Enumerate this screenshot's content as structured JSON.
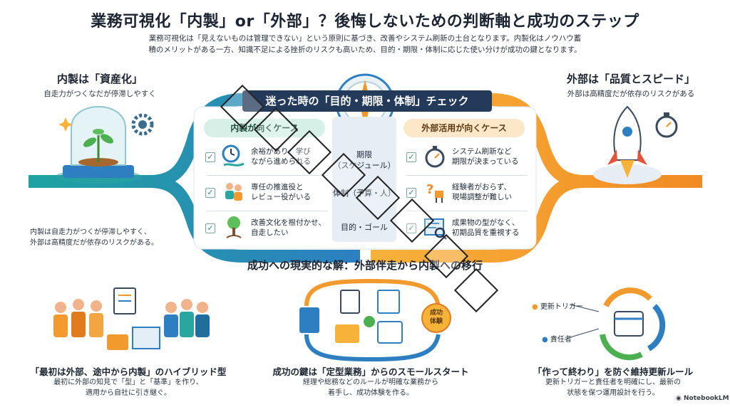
{
  "header": {
    "title": "業務可視化「内製」or「外部」？後悔しないための判断軸と成功のステップ",
    "subtitle_line1": "業務可視化は「見えないものは管理できない」という原則に基づき、改善やシステム刷新の土台となります。内製化はノウハウ蓄",
    "subtitle_line2": "積のメリットがある一方、知識不足による挫折のリスクも高いため、目的・期限・体制に応じた使い分けが成功の鍵となります。"
  },
  "left": {
    "heading": "内製は「資産化」",
    "sub": "自走力がつくなだが停滞しやすく",
    "note_line1": "内製は自走力がつくが停滞しやすく、",
    "note_line2": "外部は高精度だが依存のリスクがある。"
  },
  "right": {
    "heading": "外部は「品質とスピード」",
    "sub": "外部は高精度だが依存のリスクがある"
  },
  "panel": {
    "title": "迷った時の「目的・期限・体制」チェック",
    "left_head": "内製が向くケース",
    "right_head": "外部活用が向くケース",
    "criteria": [
      {
        "line1": "期限",
        "line2": "（スケジュール）"
      },
      {
        "line1": "体制（予算・人）",
        "line2": ""
      },
      {
        "line1": "目的・ゴール",
        "line2": ""
      }
    ],
    "left_rows": [
      {
        "line1": "余裕があり、学び",
        "line2": "ながら進められる",
        "icon": "clock-icon"
      },
      {
        "line1": "専任の推進役と",
        "line2": "レビュー役がいる",
        "icon": "team-icon"
      },
      {
        "line1": "改善文化を根付かせ、",
        "line2": "自走したい",
        "icon": "tree-icon"
      }
    ],
    "right_rows": [
      {
        "line1": "システム刷新など",
        "line2": "期限が決まっている",
        "icon": "stopwatch-icon"
      },
      {
        "line1": "経験者がおらず、",
        "line2": "現場調整が難しい",
        "icon": "question-chair-icon"
      },
      {
        "line1": "成果物の型がなく、",
        "line2": "初期品質を重視する",
        "icon": "blueprint-icon"
      }
    ]
  },
  "banner": {
    "text": "成功への現実的な解：外部伴走から内製への移行"
  },
  "bottom": {
    "col1_head": "「最初は外部、途中から内製」のハイブリッド型",
    "col1_sub1": "最初に外部の知見で「型」と「基準」を作り、",
    "col1_sub2": "適用から自社に引き継ぐ。",
    "col2_head": "成功の鍵は「定型業務」からのスモールスタート",
    "col2_sub1": "経理や総務などのルールが明確な業務から",
    "col2_sub2": "着手し、成功体験を作る。",
    "col2_badge_line1": "成功",
    "col2_badge_line2": "体験",
    "col3_head": "「作って終わり」を防ぐ維持更新ルール",
    "col3_sub1": "更新トリガーと責任者を明確にし、最新の",
    "col3_sub2": "状態を保つ運用設計を行う。",
    "col3_tag1": "更新トリガー",
    "col3_tag2": "責任者"
  },
  "brand": {
    "name": "NotebookLM"
  },
  "colors": {
    "teal": "#2aa6a0",
    "blue": "#2d7fc1",
    "orange": "#f29a2e",
    "navy": "#233a5a",
    "green": "#4caf50"
  }
}
